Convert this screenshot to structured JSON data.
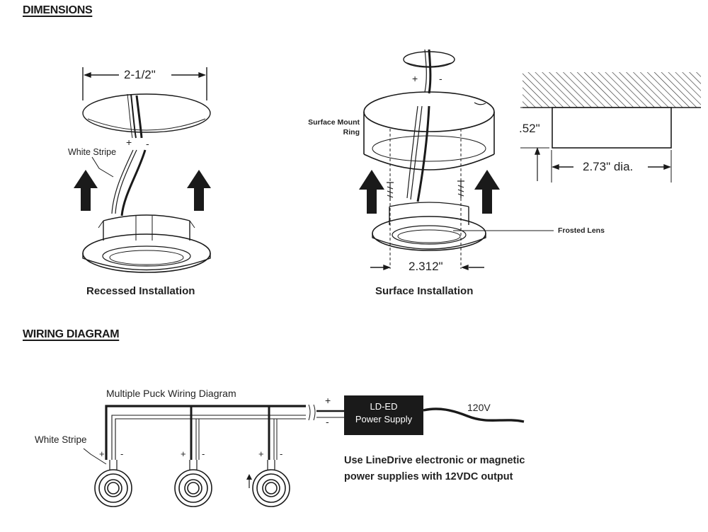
{
  "headings": {
    "dimensions": "DIMENSIONS",
    "wiring": "WIRING DIAGRAM"
  },
  "recessed": {
    "width_label": "2-1/2\"",
    "wire_label": "White Stripe",
    "plus": "+",
    "minus": "-",
    "caption": "Recessed Installation"
  },
  "surface": {
    "ring_label_line1": "Surface Mount",
    "ring_label_line2": "Ring",
    "lens_label": "Frosted Lens",
    "width_label": "2.312\"",
    "plus": "+",
    "minus": "-",
    "caption": "Surface Installation"
  },
  "profile": {
    "height_label": ".52\"",
    "diameter_label": "2.73\" dia."
  },
  "wiring": {
    "title": "Multiple Puck Wiring Diagram",
    "wire_label": "White Stripe",
    "supply_line1": "LD-ED",
    "supply_line2": "Power Supply",
    "voltage": "120V",
    "plus": "+",
    "minus": "-",
    "note_line1": "Use LineDrive electronic or magnetic",
    "note_line2": "power supplies with 12VDC output"
  }
}
